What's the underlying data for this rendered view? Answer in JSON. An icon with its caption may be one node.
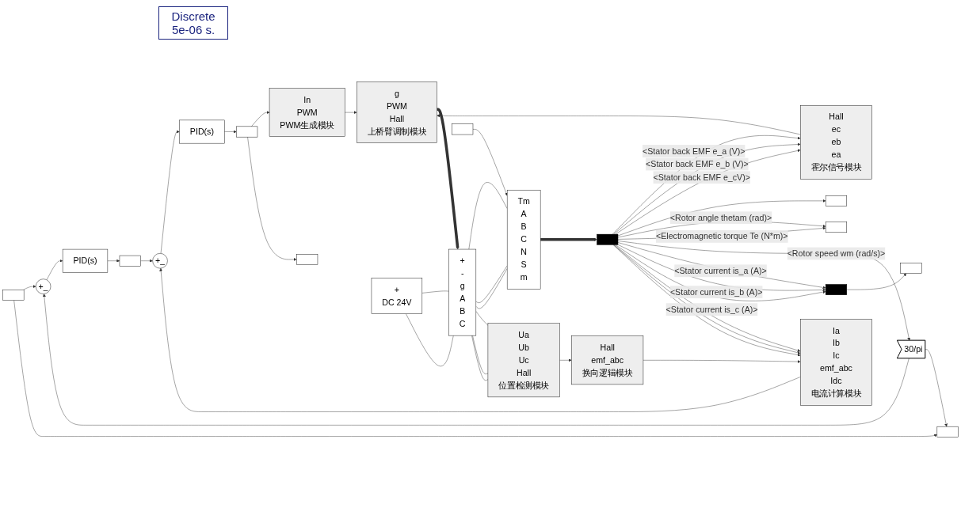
{
  "diagram": {
    "nodes": [
      {
        "text": [
          "Discrete 5e-06 s."
        ]
      },
      {
        "text": [],
        "shape": "box"
      },
      {
        "text": [
          "+_"
        ]
      },
      {
        "text": [
          "PID(s)"
        ]
      },
      {
        "text": [],
        "shape": "box"
      },
      {
        "text": [],
        "shape": "box"
      },
      {
        "text": [
          "+_"
        ]
      },
      {
        "text": [
          "PID(s)"
        ]
      },
      {
        "text": [],
        "shape": "box"
      },
      {
        "text": [
          "In",
          "PWM",
          "PWM生成模块"
        ]
      },
      {
        "text": [],
        "shape": "box"
      },
      {
        "text": [
          "g",
          "PWM",
          "Hall",
          "上桥臂调制模块"
        ]
      },
      {
        "text": [
          "Hall",
          "ec",
          "eb",
          "ea",
          "霍尔信号模块"
        ]
      },
      {
        "text": [],
        "shape": "box"
      },
      {
        "text": [
          "+",
          "DC 24V"
        ]
      },
      {
        "text": [
          "+",
          "-",
          "g",
          "A",
          "B",
          "C"
        ]
      },
      {
        "text": [],
        "shape": "box"
      },
      {
        "text": [
          "Tm",
          "A",
          "B",
          "C",
          "N",
          "S",
          "m"
        ]
      },
      {
        "text": [],
        "shape": "bar"
      },
      {
        "text": [],
        "shape": "box"
      },
      {
        "text": [
          "30/pi"
        ]
      },
      {
        "text": [],
        "shape": "bar"
      },
      {
        "text": [],
        "shape": "box"
      },
      {
        "text": [
          "Ua",
          "Ub",
          "Uc",
          "Hall",
          "位置检测模块"
        ]
      },
      {
        "text": [
          "Hall",
          "emf_abc",
          "换向逻辑模块"
        ]
      },
      {
        "text": [
          "Ia",
          "Ib",
          "Ic",
          "emf_abc",
          "Idc",
          "电流计算模块"
        ]
      }
    ],
    "edges": [
      {
        "from": 1,
        "to": 2,
        "arrow": "to"
      },
      {
        "from": 1,
        "to": 5,
        "arrow": "to"
      },
      {
        "from": 2,
        "to": 3,
        "arrow": "to"
      },
      {
        "from": 3,
        "to": 4,
        "arrow": "to"
      },
      {
        "from": 4,
        "to": 6,
        "arrow": "to"
      },
      {
        "from": 6,
        "to": 7,
        "arrow": "to"
      },
      {
        "from": 7,
        "to": 8,
        "arrow": "to"
      },
      {
        "from": 8,
        "to": 9,
        "arrow": "to"
      },
      {
        "from": 8,
        "to": 10,
        "arrow": "to"
      },
      {
        "from": 9,
        "to": 11,
        "arrow": "to"
      },
      {
        "from": 12,
        "to": 11,
        "arrow": "to"
      },
      {
        "from": 11,
        "to": 15,
        "arrow": "to",
        "style": "thick"
      },
      {
        "from": 14,
        "to": 15,
        "arrow": "none"
      },
      {
        "from": 14,
        "to": 15,
        "arrow": "none"
      },
      {
        "from": 15,
        "to": 17,
        "arrow": "none"
      },
      {
        "from": 15,
        "to": 17,
        "arrow": "none"
      },
      {
        "from": 15,
        "to": 17,
        "arrow": "none"
      },
      {
        "from": 15,
        "to": 23,
        "arrow": "none"
      },
      {
        "from": 15,
        "to": 23,
        "arrow": "none"
      },
      {
        "from": 15,
        "to": 23,
        "arrow": "none"
      },
      {
        "from": 16,
        "to": 17,
        "arrow": "to"
      },
      {
        "from": 17,
        "to": 18,
        "arrow": "to",
        "style": "thick"
      },
      {
        "from": 18,
        "to": 12,
        "label": "<Stator back EMF e_a (V)>",
        "arrow": "to"
      },
      {
        "from": 18,
        "to": 12,
        "label": "<Stator back EMF e_b (V)>",
        "arrow": "to"
      },
      {
        "from": 18,
        "to": 12,
        "label": "<Stator back EMF e_cV)>",
        "arrow": "to"
      },
      {
        "from": 18,
        "to": 13,
        "arrow": "to"
      },
      {
        "from": 18,
        "to": 19,
        "label": "<Rotor angle thetam (rad)>",
        "arrow": "to"
      },
      {
        "from": 18,
        "to": 19,
        "label": "<Electromagnetic torque Te (N*m)>",
        "arrow": "to"
      },
      {
        "from": 18,
        "to": 20,
        "label": "<Rotor speed wm (rad/s)>",
        "arrow": "to"
      },
      {
        "from": 18,
        "to": 21,
        "label": "<Stator current is_a (A)>",
        "arrow": "to"
      },
      {
        "from": 18,
        "to": 21,
        "label": "<Stator current is_b (A)>",
        "arrow": "to"
      },
      {
        "from": 18,
        "to": 21,
        "label": "<Stator current is_c (A)>",
        "arrow": "to"
      },
      {
        "from": 18,
        "to": 25,
        "arrow": "to"
      },
      {
        "from": 18,
        "to": 25,
        "arrow": "to"
      },
      {
        "from": 18,
        "to": 25,
        "arrow": "to"
      },
      {
        "from": 21,
        "to": 22,
        "arrow": "to"
      },
      {
        "from": 20,
        "to": 2,
        "arrow": "to"
      },
      {
        "from": 20,
        "to": 5,
        "arrow": "to"
      },
      {
        "from": 23,
        "to": 24,
        "arrow": "to"
      },
      {
        "from": 24,
        "to": 25,
        "arrow": "to"
      },
      {
        "from": 25,
        "to": 6,
        "arrow": "to"
      }
    ]
  }
}
